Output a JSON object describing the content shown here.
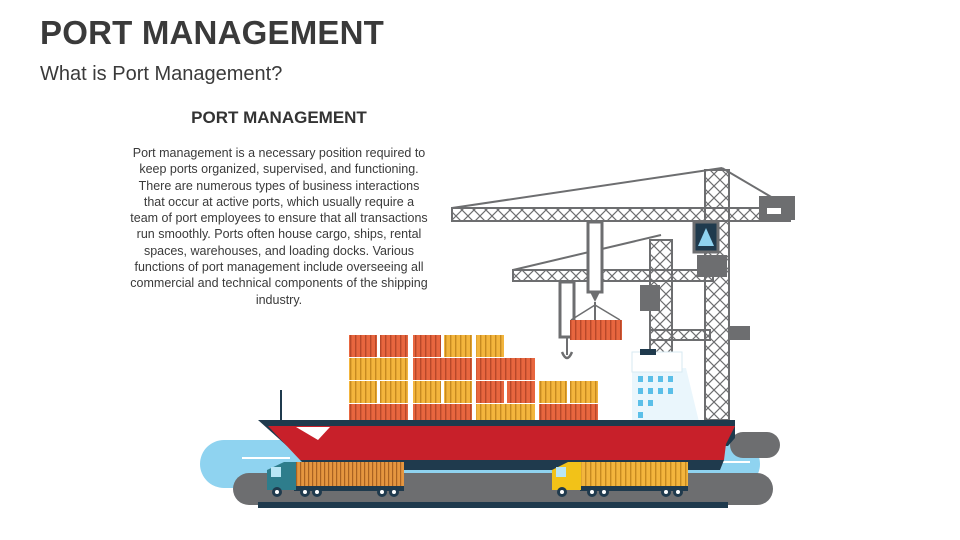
{
  "slide": {
    "title": "PORT MANAGEMENT",
    "subtitle": "What is Port Management?",
    "section_heading": "PORT MANAGEMENT",
    "body": "Port management is a necessary position required to keep ports organized, supervised, and functioning. There are numerous types of business interactions that occur at active ports, which usually require a team of port employees to ensure that all transactions run smoothly. Ports often house cargo, ships, rental spaces, warehouses, and loading docks. Various functions of port management include overseeing all commercial and technical components of the shipping industry."
  },
  "colors": {
    "title_text": "#3a3a3a",
    "ship_hull_red": "#c8202a",
    "ship_deck_navy": "#1f3a4d",
    "crane_gray": "#6d6e70",
    "water_blue": "#8fd3f0",
    "container_orange": "#e8663f",
    "container_yellow": "#f3b53d",
    "truck_teal": "#2e7d8c",
    "truck_yellow": "#f2c218"
  },
  "illustration": {
    "name": "cargo-port-illustration",
    "elements": [
      "tower-crane",
      "container-ship",
      "cargo-trucks",
      "harbor-water",
      "container-stack"
    ]
  }
}
